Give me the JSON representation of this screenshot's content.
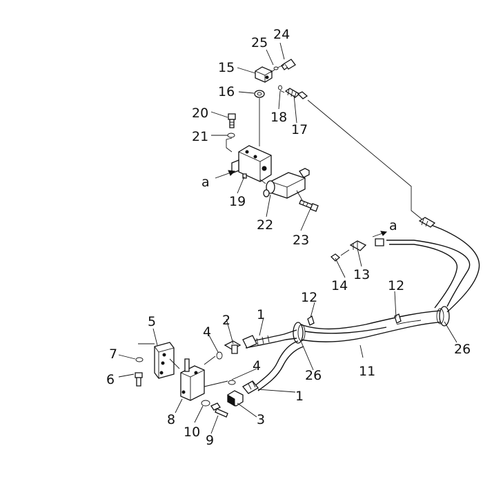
{
  "diagram": {
    "labels": {
      "p1a": "1",
      "p1b": "1",
      "p2": "2",
      "p3": "3",
      "p4a": "4",
      "p4b": "4",
      "p5": "5",
      "p6": "6",
      "p7": "7",
      "p8": "8",
      "p9": "9",
      "p10": "10",
      "p11": "11",
      "p12a": "12",
      "p12b": "12",
      "p13": "13",
      "p14": "14",
      "p15": "15",
      "p16": "16",
      "p17": "17",
      "p18": "18",
      "p19": "19",
      "p20": "20",
      "p21": "21",
      "p22": "22",
      "p23": "23",
      "p24": "24",
      "p25": "25",
      "p26a": "26",
      "p26b": "26",
      "ref_a_upper": "a",
      "ref_a_lower": "a"
    }
  }
}
